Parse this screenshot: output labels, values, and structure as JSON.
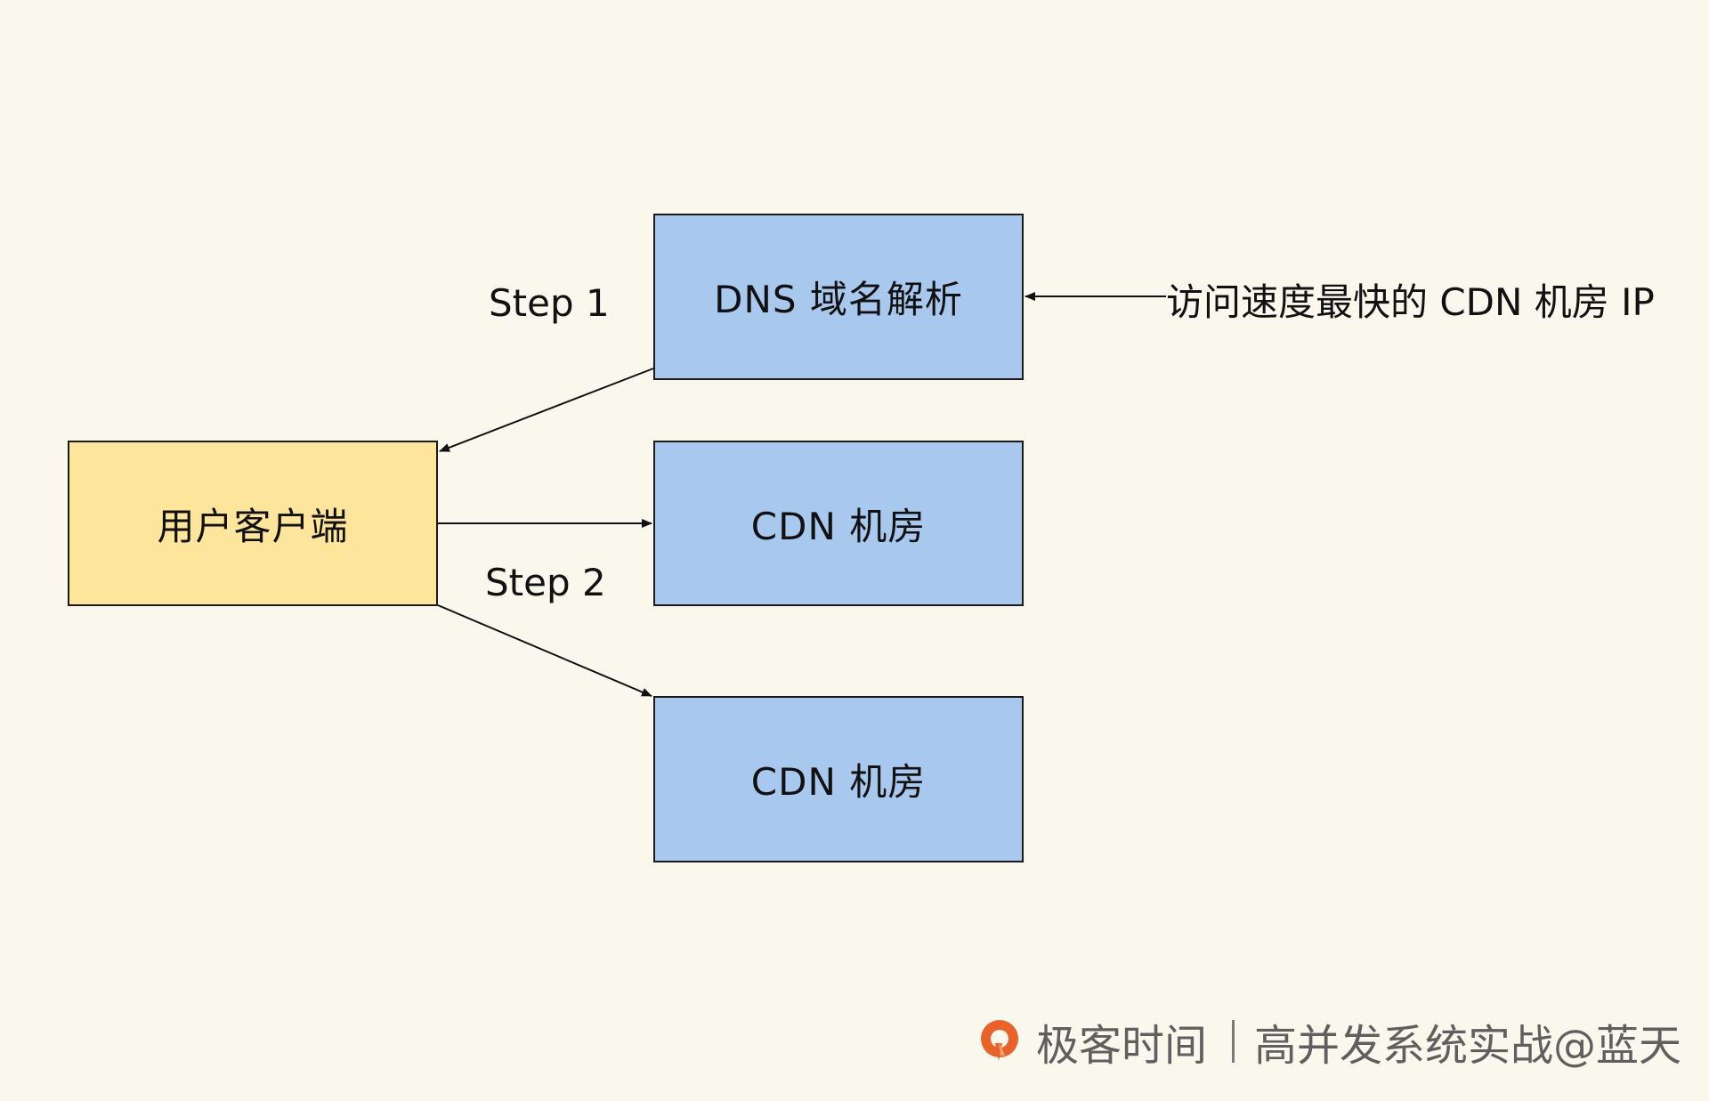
{
  "nodes": {
    "dns": "DNS 域名解析",
    "client": "用户客户端",
    "cdn_1": "CDN 机房",
    "cdn_2": "CDN 机房"
  },
  "labels": {
    "step1": "Step 1",
    "step2": "Step 2",
    "annotation": "访问速度最快的 CDN 机房 IP"
  },
  "watermark": {
    "brand": "极客时间",
    "course": "高并发系统实战@蓝天"
  },
  "colors": {
    "background": "#faf7ec",
    "server_box": "#a8c8ed",
    "client_box": "#fde59c",
    "logo": "#e8622a"
  }
}
